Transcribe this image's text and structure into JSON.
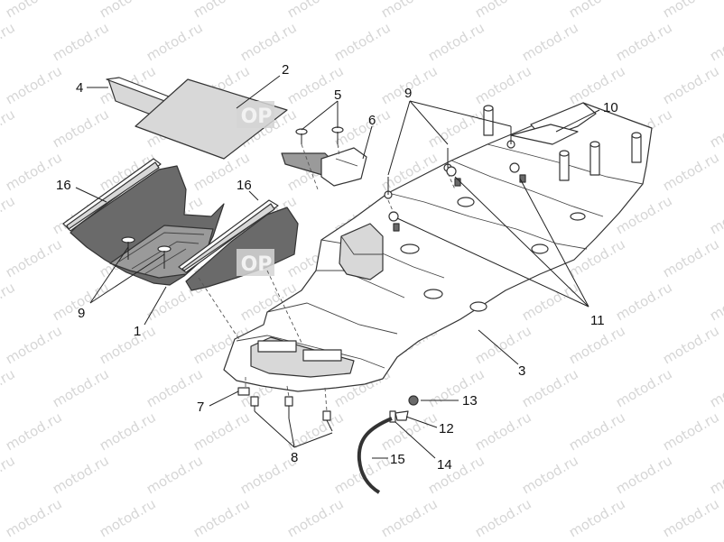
{
  "watermark": {
    "text": "motod.ru",
    "ghost_text": "OP",
    "color": "#c9c9c9"
  },
  "labels": {
    "l1": "1",
    "l2": "2",
    "l3": "3",
    "l4": "4",
    "l5": "5",
    "l6": "6",
    "l7": "7",
    "l8": "8",
    "l9a": "9",
    "l9b": "9",
    "l10": "10",
    "l11": "11",
    "l12": "12",
    "l13": "13",
    "l14": "14",
    "l15": "15",
    "l16a": "16",
    "l16b": "16"
  },
  "colors": {
    "line": "#222222",
    "shade_dark": "#6a6a6a",
    "shade_mid": "#9a9a9a",
    "shade_light": "#d8d8d8"
  }
}
